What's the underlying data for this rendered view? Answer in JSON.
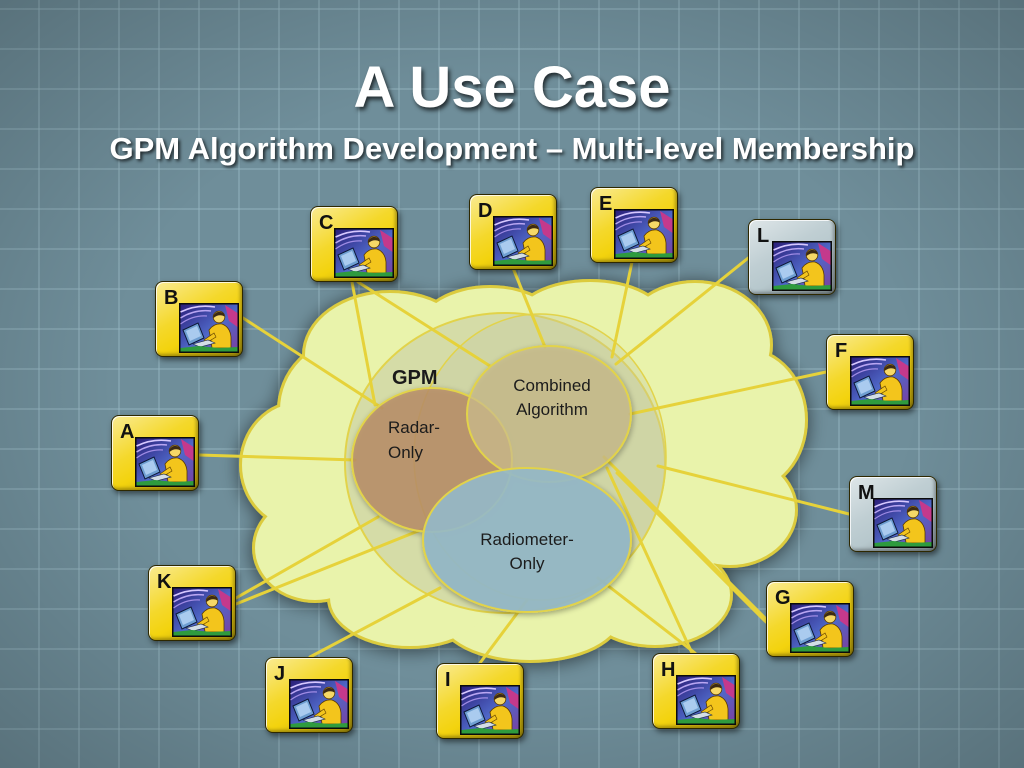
{
  "title": "A Use Case",
  "subtitle": "GPM Algorithm Development – Multi-level Membership",
  "diagram": {
    "group_label": "GPM",
    "sets": {
      "radar": [
        "Radar-",
        "Only"
      ],
      "combined": [
        "Combined",
        "Algorithm"
      ],
      "radiometer": [
        "Radiometer-",
        "Only"
      ]
    }
  },
  "icons": {
    "member": "user-at-computer-icon"
  },
  "colors": {
    "cloud": "#e9f3ab",
    "cloud_outline": "#dccb3c",
    "link": "#e6d23a",
    "gpm": "#c5c8a4",
    "radar": "#b98f69",
    "combined": "#cbbd8c",
    "radiometer": "#95b8c7"
  },
  "members": [
    {
      "label": "A",
      "color": "#f3d30e"
    },
    {
      "label": "B",
      "color": "#f3d30e"
    },
    {
      "label": "C",
      "color": "#f3d30e"
    },
    {
      "label": "D",
      "color": "#f3d30e"
    },
    {
      "label": "E",
      "color": "#f3d30e"
    },
    {
      "label": "F",
      "color": "#f3d30e"
    },
    {
      "label": "G",
      "color": "#f3d30e"
    },
    {
      "label": "H",
      "color": "#f3d30e"
    },
    {
      "label": "I",
      "color": "#f3d30e"
    },
    {
      "label": "J",
      "color": "#f3d30e"
    },
    {
      "label": "K",
      "color": "#f3d30e"
    },
    {
      "label": "L",
      "color": "#b7c8cd"
    },
    {
      "label": "M",
      "color": "#b7c8cd"
    }
  ]
}
